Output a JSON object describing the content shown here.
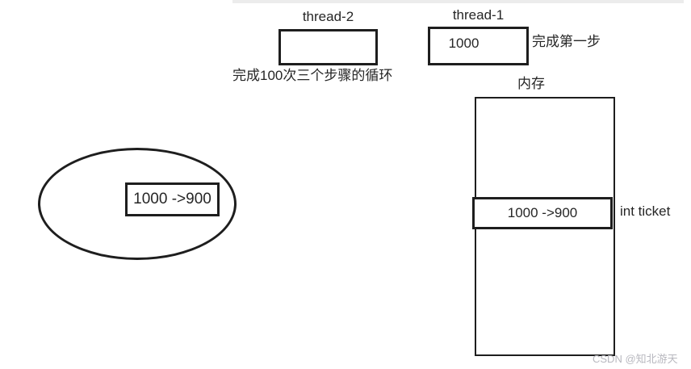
{
  "diagram": {
    "thread2": {
      "label": "thread-2",
      "value": "",
      "caption": "完成100次三个步骤的循环"
    },
    "thread1": {
      "label": "thread-1",
      "value": "1000",
      "caption": "完成第一步"
    },
    "memory": {
      "label": "内存",
      "cell_value": "1000 ->900",
      "cell_label": "int ticket"
    },
    "ellipse": {
      "value": "1000 ->900"
    },
    "watermark": "CSDN @知北游天",
    "colors": {
      "stroke": "#1e1e1e",
      "text": "#262626",
      "watermark": "#b8b8bf",
      "top_edge": "#ececec",
      "background": "#ffffff"
    }
  }
}
